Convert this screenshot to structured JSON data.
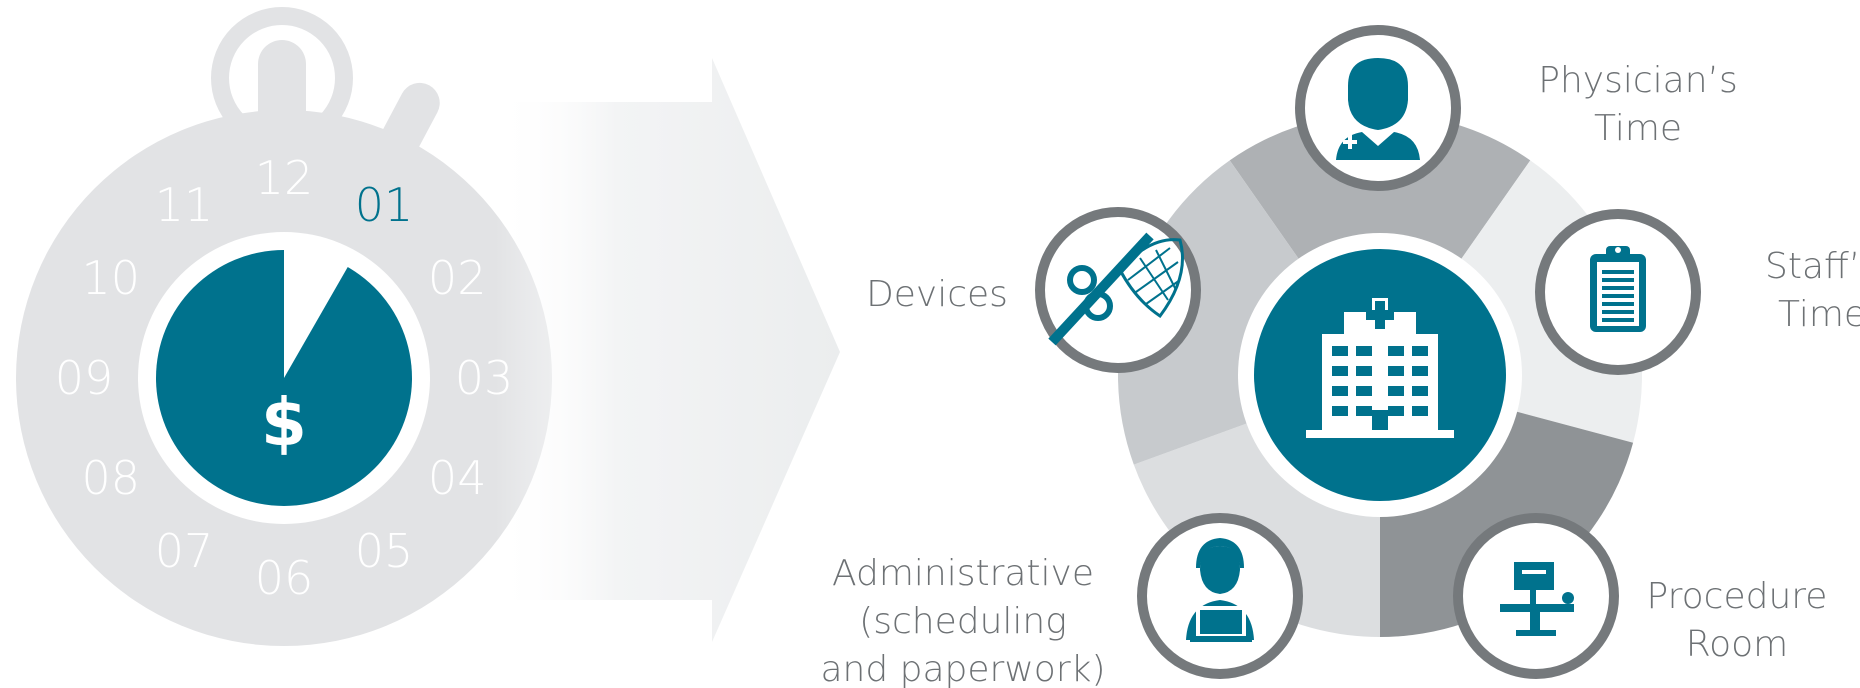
{
  "stopwatch": {
    "hours": [
      {
        "text": "12"
      },
      {
        "text": "01",
        "highlight": true
      },
      {
        "text": "02"
      },
      {
        "text": "03"
      },
      {
        "text": "04"
      },
      {
        "text": "05"
      },
      {
        "text": "06"
      },
      {
        "text": "07"
      },
      {
        "text": "08"
      },
      {
        "text": "09"
      },
      {
        "text": "10"
      },
      {
        "text": "11"
      }
    ],
    "dial_symbol": "$",
    "elapsed_fraction_of_hour": 0.083
  },
  "cost_wheel": {
    "center_icon": "hospital-icon",
    "components": [
      {
        "id": "physician",
        "icon": "physician-icon",
        "lines": [
          "Physician’s",
          "Time"
        ]
      },
      {
        "id": "staff",
        "icon": "clipboard-icon",
        "lines": [
          "Staff’s",
          "Time"
        ]
      },
      {
        "id": "procedure",
        "icon": "procedure-room-icon",
        "lines": [
          "Procedure",
          "Room"
        ]
      },
      {
        "id": "administrative",
        "icon": "office-worker-icon",
        "lines": [
          "Administrative",
          "(scheduling",
          "and paperwork)"
        ]
      },
      {
        "id": "devices",
        "icon": "medical-device-icon",
        "lines": [
          "Devices"
        ]
      }
    ]
  },
  "colors": {
    "teal": "#00728d",
    "stopwatch_gray": "#e2e3e5",
    "ring_gray": "#75797c",
    "label_gray": "#6d7174",
    "segment_dark": "#8f9396",
    "segment_mid": "#aeb1b4",
    "segment_light": "#c7cacd",
    "segment_lighter": "#dcdee0",
    "segment_lightest": "#eceeef"
  }
}
